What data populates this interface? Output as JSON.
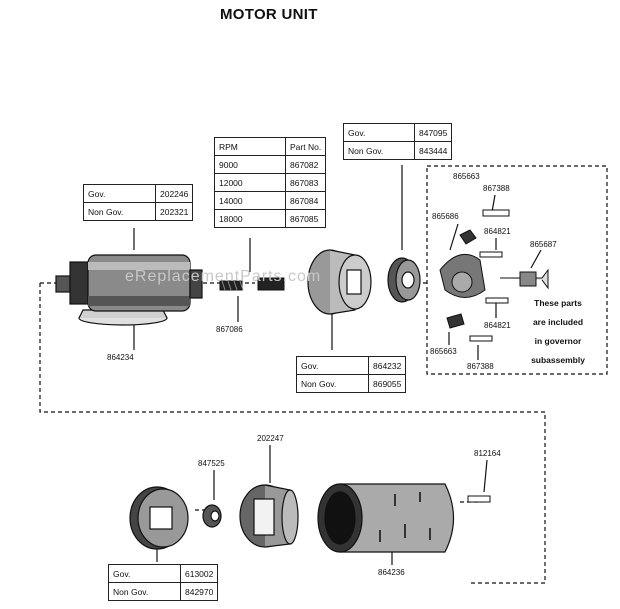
{
  "title": "MOTOR UNIT",
  "watermark": "eReplacementParts.com",
  "tables": {
    "t202246": {
      "rows": [
        [
          "Gov.",
          "202246"
        ],
        [
          "Non Gov.",
          "202321"
        ]
      ]
    },
    "rpm": {
      "header": [
        "RPM",
        "Part No."
      ],
      "rows": [
        [
          "9000",
          "867082"
        ],
        [
          "12000",
          "867083"
        ],
        [
          "14000",
          "867084"
        ],
        [
          "18000",
          "867085"
        ]
      ]
    },
    "t847095": {
      "rows": [
        [
          "Gov.",
          "847095"
        ],
        [
          "Non Gov.",
          "843444"
        ]
      ]
    },
    "t864232": {
      "rows": [
        [
          "Gov.",
          "864232"
        ],
        [
          "Non Gov.",
          "869055"
        ]
      ]
    },
    "t613002": {
      "rows": [
        [
          "Gov.",
          "613002"
        ],
        [
          "Non Gov.",
          "842970"
        ]
      ]
    }
  },
  "labels": {
    "p864234": "864234",
    "p867086": "867086",
    "p865663a": "865663",
    "p867388a": "867388",
    "p865686": "865686",
    "p864821a": "864821",
    "p865687": "865687",
    "p864821b": "864821",
    "p865663b": "865663",
    "p867388b": "867388",
    "p202247": "202247",
    "p847525": "847525",
    "p812164": "812164",
    "p864236": "864236"
  },
  "governor_note": [
    "These parts",
    "are included",
    "in governor",
    "subassembly"
  ]
}
